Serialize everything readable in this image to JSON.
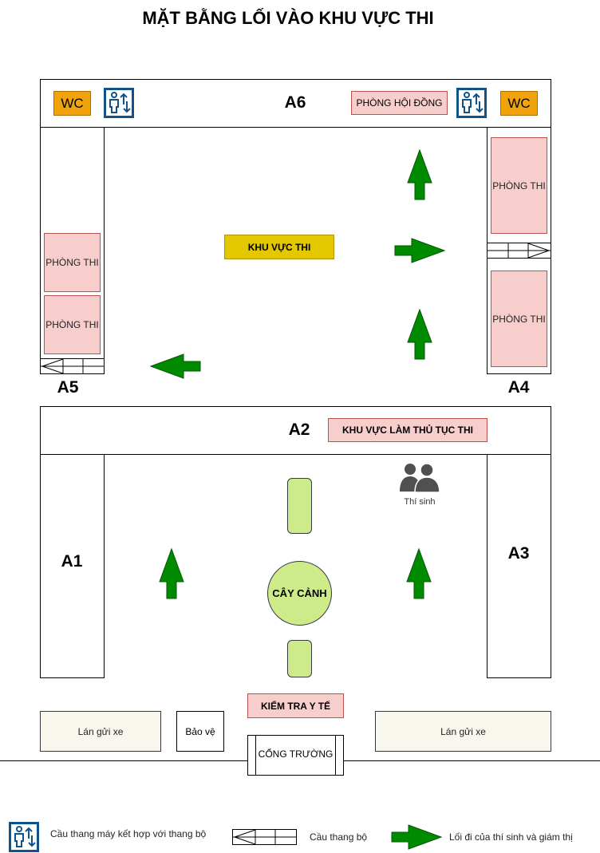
{
  "title": "MẶT BẰNG LỐI VÀO KHU VỰC THI",
  "buildings": {
    "a6": "A6",
    "a5": "A5",
    "a4": "A4",
    "a2": "A2",
    "a1": "A1",
    "a3": "A3"
  },
  "rooms": {
    "wc": "WC",
    "council_room": "PHÒNG HỘI ĐỒNG",
    "exam_room": "PHÒNG THI",
    "exam_area": "KHU VỰC THI",
    "procedure_area": "KHU VỰC LÀM THỦ TỤC THI",
    "candidate": "Thí sinh",
    "ornamental_tree": "CÂY CẢNH",
    "medical_check": "KIỂM TRA Y TẾ",
    "parking": "Lán gửi xe",
    "security": "Bảo vệ",
    "school_gate": "CỔNG TRƯỜNG"
  },
  "legend": {
    "elevator": "Cầu thang máy kết hợp với thang bộ",
    "stairs": "Cầu thang bộ",
    "path": "Lối đi của thí sinh và giám thị"
  },
  "colors": {
    "arrow": "#008a00",
    "wc": "#f0a30a",
    "room": "#f8cecc",
    "exam_area": "#e3c800",
    "green_feature": "#cdeb8b",
    "elevator_icon": "#10528c"
  },
  "icons": {
    "elevator": "elevator-icon",
    "stairs": "stairs-icon",
    "arrow": "green-arrow-icon",
    "people": "people-icon"
  }
}
